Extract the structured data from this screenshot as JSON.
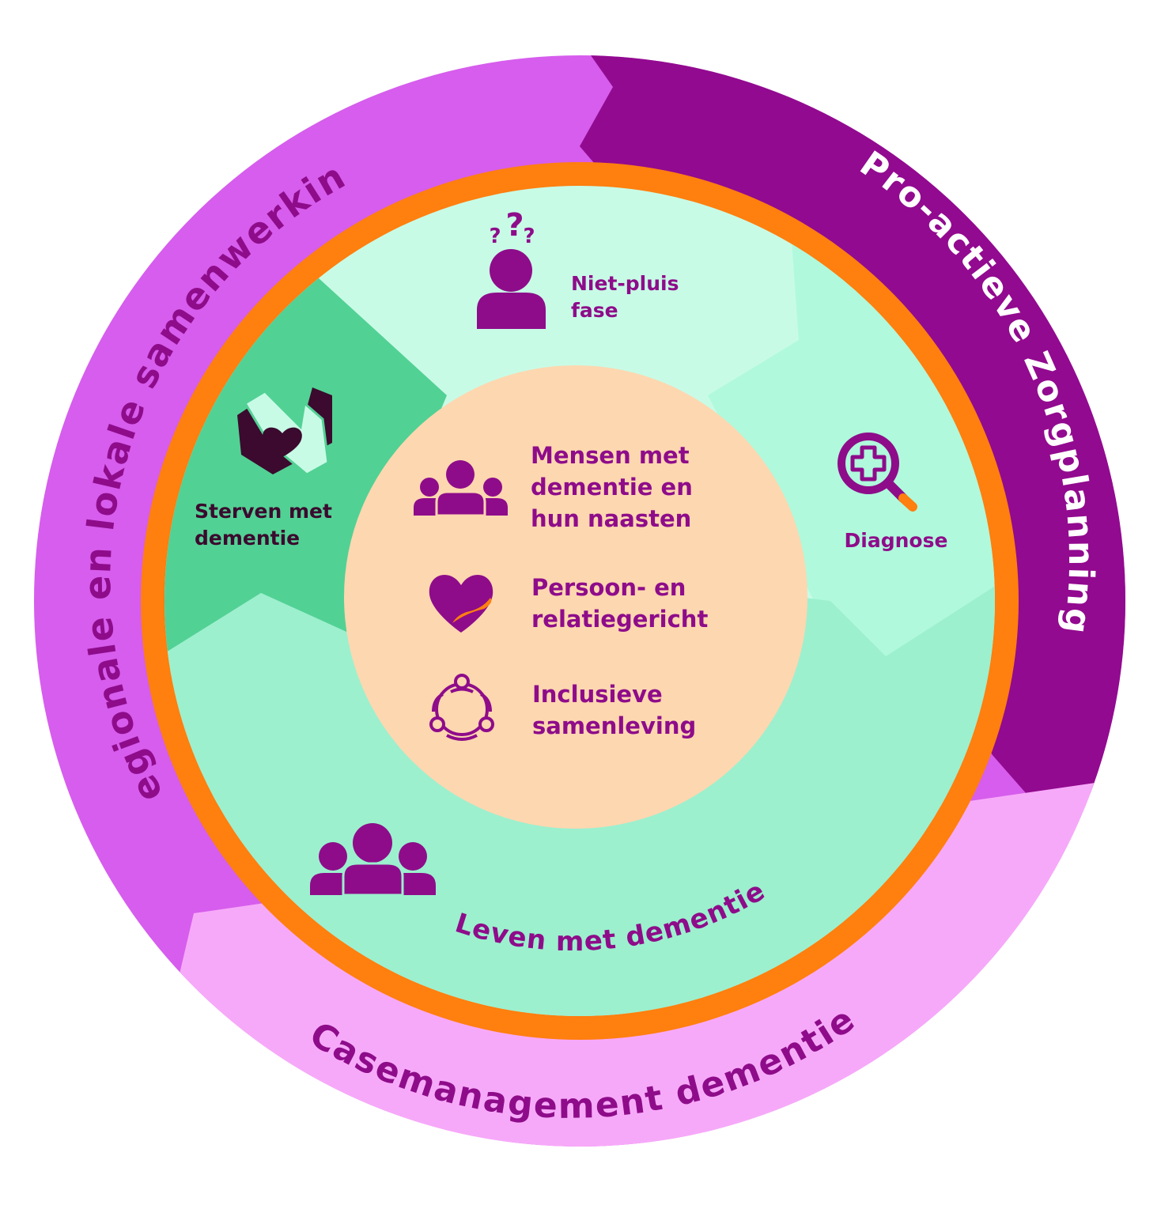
{
  "colors": {
    "outer_magenta": "#D65DED",
    "outer_purple": "#920A8F",
    "outer_pink": "#F7A9F9",
    "orange_ring": "#FF7F0F",
    "mint_light": "#C8FBE6",
    "mint_mid": "#B0F9DC",
    "mint_dark": "#52D194",
    "mint_bottom": "#9CF0CE",
    "center_peach": "#FDD7B0",
    "text_purple": "#8E0C8A",
    "text_dark": "#3B0A2E",
    "text_white": "#FFFFFF"
  },
  "outer_ring": {
    "left_label": "Regionale en lokale samenwerking",
    "right_label": "Pro-actieve Zorgplanning",
    "bottom_label": "Casemanagement dementie"
  },
  "phases": {
    "niet_pluis": {
      "line1": "Niet-pluis",
      "line2": "fase",
      "icon": "person-question-icon"
    },
    "diagnose": {
      "label": "Diagnose",
      "icon": "magnifier-plus-icon"
    },
    "sterven": {
      "line1": "Sterven met",
      "line2": "dementie",
      "icon": "hands-heart-icon"
    },
    "leven": {
      "label": "Leven met dementie",
      "icon": "group-icon"
    }
  },
  "center": {
    "items": [
      {
        "line1": "Mensen met",
        "line2": "dementie en",
        "line3": "hun naasten",
        "icon": "people-icon"
      },
      {
        "line1": "Persoon- en",
        "line2": "relatiegericht",
        "icon": "heart-hand-icon"
      },
      {
        "line1": "Inclusieve",
        "line2": "samenleving",
        "icon": "circle-people-icon"
      }
    ]
  }
}
